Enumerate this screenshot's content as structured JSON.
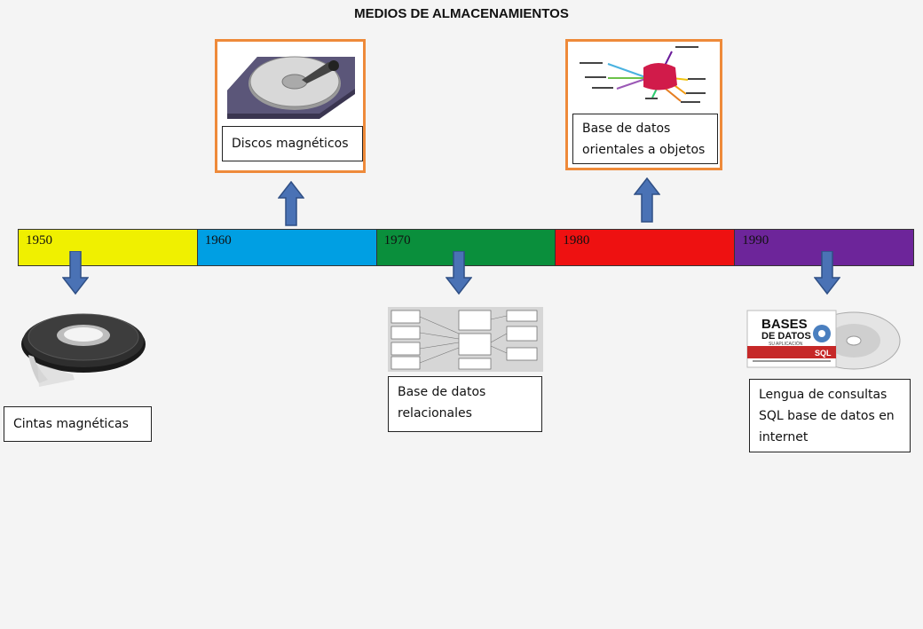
{
  "title": "MEDIOS DE ALMACENAMIENTOS",
  "timeline": [
    {
      "year": "1950",
      "color": "#f0f000"
    },
    {
      "year": "1960",
      "color": "#009fe3"
    },
    {
      "year": "1970",
      "color": "#0a8f3c"
    },
    {
      "year": "1980",
      "color": "#ee1111"
    },
    {
      "year": "1990",
      "color": "#6d259a"
    }
  ],
  "arrow_color": "#4a72b5",
  "frame_color": "#ee8a3a",
  "events": {
    "tapes": "Cintas magnéticas",
    "disks": "Discos magnéticos",
    "relational": "Base de datos relacionales",
    "object_oriented": "Base de datos orientales a objetos",
    "sql": "Lengua de consultas SQL base de datos en internet"
  },
  "sql_cover": {
    "line1": "BASES",
    "line2": "DE DATOS",
    "line3": "SU APLICACIÓN",
    "badge": "SQL"
  }
}
